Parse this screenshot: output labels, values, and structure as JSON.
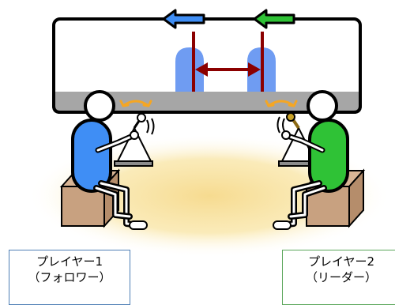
{
  "colors": {
    "follower": "#3f8ef5",
    "leader": "#2fc236",
    "bar": "#a6a6a6",
    "handle": "#8b0000",
    "orange": "#f5a623",
    "box": "#c8a180",
    "glow": "#f5dc8c",
    "panel_button": "#6f9cf2"
  },
  "players": [
    {
      "name": "プレイヤー1",
      "role": "（フォロワー）"
    },
    {
      "name": "プレイヤー2",
      "role": "（リーダー）"
    }
  ]
}
